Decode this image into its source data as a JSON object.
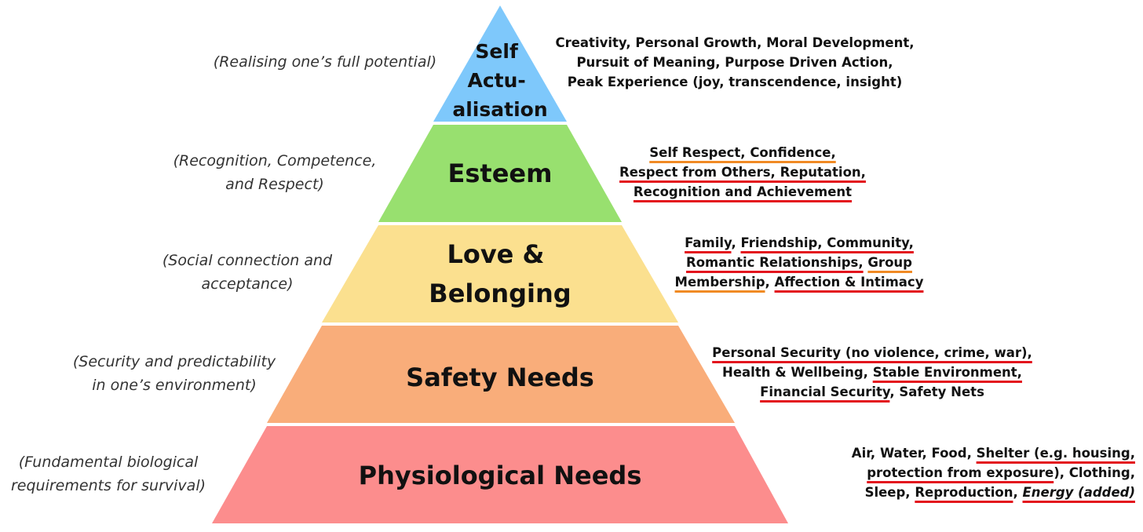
{
  "colors": {
    "self_actualisation": "#7ec8fb",
    "esteem": "#98e06f",
    "love_belonging": "#fbe08f",
    "safety": "#f9ad7a",
    "physiological": "#fc8d8d",
    "underline_red": "#e3141d",
    "underline_orange": "#f08a24"
  },
  "tiers": {
    "self_actualisation": {
      "title_lines": [
        "Self",
        "Actu-",
        "alisation"
      ],
      "note_lines": [
        "(Realising one’s full potential)"
      ],
      "details": [
        [
          {
            "t": "Creativity, Personal Growth, Moral Development,"
          }
        ],
        [
          {
            "t": "Pursuit of Meaning, Purpose Driven Action,"
          }
        ],
        [
          {
            "t": "Peak Experience (joy, transcendence, insight)"
          }
        ]
      ]
    },
    "esteem": {
      "title_lines": [
        "Esteem"
      ],
      "note_lines": [
        "(Recognition, Competence,",
        "and Respect)"
      ],
      "details": [
        [
          {
            "t": "Self Respect, Confidence,",
            "u": "orange"
          }
        ],
        [
          {
            "t": "Respect from Others, Reputation,",
            "u": "red"
          }
        ],
        [
          {
            "t": "Recognition and Achievement",
            "u": "red"
          }
        ]
      ]
    },
    "love_belonging": {
      "title_lines": [
        "Love &",
        "Belonging"
      ],
      "note_lines": [
        "(Social connection and",
        "acceptance)"
      ],
      "details": [
        [
          {
            "t": "Family",
            "u": "red"
          },
          {
            "t": ", "
          },
          {
            "t": "Friendship, Community,",
            "u": "red"
          }
        ],
        [
          {
            "t": "Romantic Relationships,",
            "u": "red"
          },
          {
            "t": " "
          },
          {
            "t": "Group",
            "u": "orange"
          }
        ],
        [
          {
            "t": "Membership",
            "u": "orange"
          },
          {
            "t": ", "
          },
          {
            "t": "Affection & Intimacy",
            "u": "red"
          }
        ]
      ]
    },
    "safety": {
      "title_lines": [
        "Safety Needs"
      ],
      "note_lines": [
        "(Security and predictability",
        "in one’s environment)"
      ],
      "details": [
        [
          {
            "t": "Personal Security (no violence, crime, war),",
            "u": "red"
          }
        ],
        [
          {
            "t": "Health & Wellbeing, "
          },
          {
            "t": "Stable Environment,",
            "u": "red"
          }
        ],
        [
          {
            "t": "Financial Security",
            "u": "red"
          },
          {
            "t": ", Safety Nets"
          }
        ]
      ]
    },
    "physiological": {
      "title_lines": [
        "Physiological Needs"
      ],
      "note_lines": [
        "(Fundamental biological",
        "requirements for survival)"
      ],
      "details": [
        [
          {
            "t": "Air, Water, Food, "
          },
          {
            "t": "Shelter (e.g. housing,",
            "u": "red"
          }
        ],
        [
          {
            "t": "protection from exposure",
            "u": "red"
          },
          {
            "t": "), Clothing,"
          }
        ],
        [
          {
            "t": "Sleep, "
          },
          {
            "t": "Reproduction",
            "u": "red"
          },
          {
            "t": ", "
          },
          {
            "t": "Energy (added)",
            "u": "red",
            "i": true
          }
        ]
      ]
    }
  }
}
